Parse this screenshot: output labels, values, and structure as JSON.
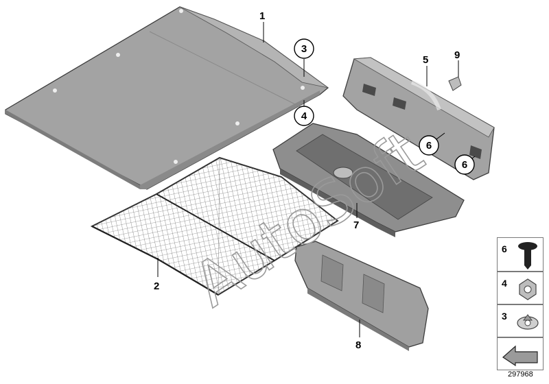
{
  "diagram": {
    "callouts": [
      {
        "id": "c1",
        "label": "1"
      },
      {
        "id": "c2",
        "label": "2"
      },
      {
        "id": "c3",
        "label": "3",
        "circled": true
      },
      {
        "id": "c4",
        "label": "4",
        "circled": true
      },
      {
        "id": "c5",
        "label": "5"
      },
      {
        "id": "c6a",
        "label": "6",
        "circled": true
      },
      {
        "id": "c6b",
        "label": "6",
        "circled": true
      },
      {
        "id": "c7",
        "label": "7"
      },
      {
        "id": "c8",
        "label": "8"
      },
      {
        "id": "c9",
        "label": "9"
      }
    ],
    "legend": [
      {
        "label": "6",
        "icon": "push-rivet-icon"
      },
      {
        "label": "4",
        "icon": "clip-nut-icon"
      },
      {
        "label": "3",
        "icon": "spring-clip-icon"
      },
      {
        "label": "",
        "icon": "arrow-left-icon"
      }
    ],
    "reference_number": "297968",
    "watermark": "AutoSoft",
    "colors": {
      "part_fill": "#9e9e9e",
      "part_dark": "#6f6f6f",
      "outline": "#3c3c3c"
    }
  }
}
